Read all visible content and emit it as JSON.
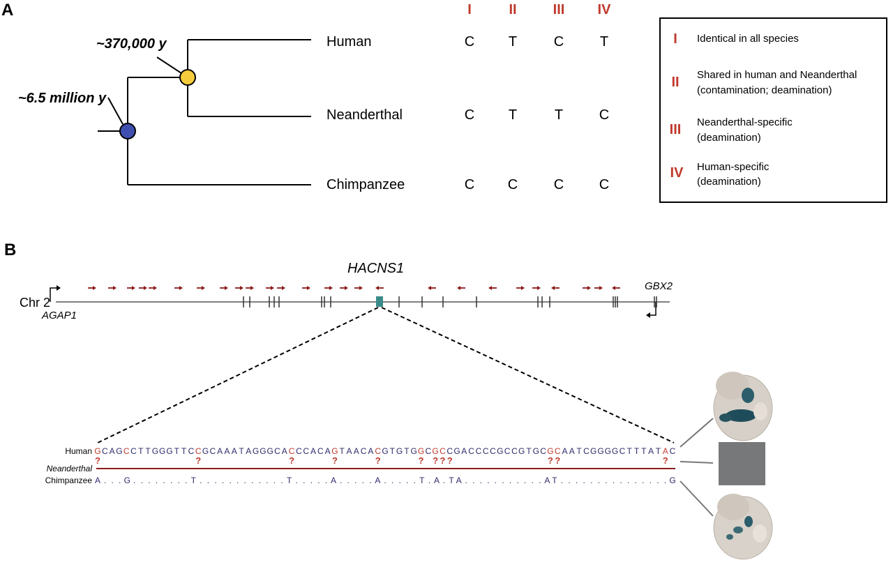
{
  "panelA": {
    "label": "A",
    "node_ages": {
      "outer": "~6.5 million y",
      "inner": "~370,000 y"
    },
    "taxa": [
      "Human",
      "Neanderthal",
      "Chimpanzee"
    ],
    "column_headers": [
      "I",
      "II",
      "III",
      "IV"
    ],
    "bases": [
      [
        "C",
        "T",
        "C",
        "T"
      ],
      [
        "C",
        "T",
        "T",
        "C"
      ],
      [
        "C",
        "C",
        "C",
        "C"
      ]
    ],
    "node_colors": {
      "outer": "#3f4fb0",
      "inner": "#f5cc3c"
    },
    "legend": [
      {
        "num": "I",
        "lines": [
          "Identical in all species"
        ]
      },
      {
        "num": "II",
        "lines": [
          "Shared in human and Neanderthal",
          "(contamination; deamination)"
        ]
      },
      {
        "num": "III",
        "lines": [
          "Neanderthal-specific",
          "(deamination)"
        ]
      },
      {
        "num": "IV",
        "lines": [
          "Human-specific",
          "(deamination)"
        ]
      }
    ]
  },
  "panelB": {
    "label": "B",
    "chromosome": "Chr 2",
    "element": "HACNS1",
    "genes": {
      "left": "AGAP1",
      "right": "GBX2"
    },
    "element_color": "#3a8a8a",
    "arrow_color": "#8b1a1a",
    "rows": {
      "human_label": "Human",
      "neanderthal_label": "Neanderthal",
      "chimp_label": "Chimpanzee"
    },
    "human_seq": "GCAGCCTTGGGTTCCGCAAATAGGGCACCCACAGTAACACGTGTGGCGCCGACCCCGCCGTGCGCAATCGGGGCTTTATAC",
    "chimp_seq": "A...G........T............T.....A.....A.....T.A.TA...........AT...............G",
    "human_red_positions": [
      0,
      4,
      14,
      27,
      33,
      39,
      45,
      47,
      48,
      63,
      64,
      79
    ],
    "question_marks": [
      0,
      14,
      27,
      33,
      39,
      45,
      47,
      48,
      49,
      63,
      64,
      79
    ],
    "seq_colors": {
      "base": "#2d2b6b",
      "highlight": "#c0392b"
    },
    "embryo_box_color": "#767879"
  }
}
